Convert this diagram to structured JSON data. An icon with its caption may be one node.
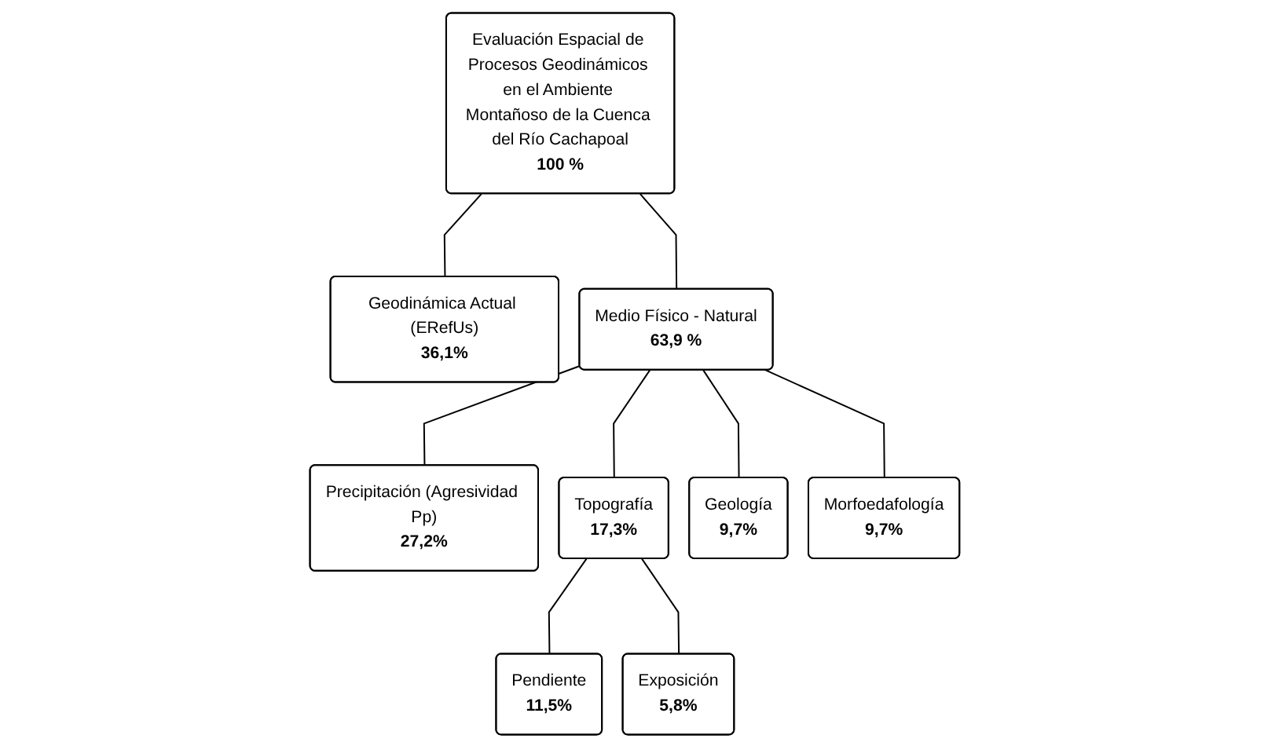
{
  "diagram": {
    "nodes": [
      {
        "text": [
          "Evaluación Espacial de Procesos Geodinámicos en el Ambiente Montañoso de la Cuenca del Río Cachapoal",
          "100 %"
        ]
      },
      {
        "text": [
          "Geodinámica Actual (ERefUs)",
          "36,1%"
        ]
      },
      {
        "text": [
          "Medio Físico - Natural",
          "63,9 %"
        ]
      },
      {
        "text": [
          "Precipitación (Agresividad Pp)",
          "27,2%"
        ]
      },
      {
        "text": [
          "Topografía",
          "17,3%"
        ]
      },
      {
        "text": [
          "Geología",
          "9,7%"
        ]
      },
      {
        "text": [
          "Morfoedafología",
          "9,7%"
        ]
      },
      {
        "text": [
          "Pendiente",
          "11,5%"
        ]
      },
      {
        "text": [
          "Exposición",
          "5,8%"
        ]
      }
    ],
    "edges": [
      {
        "from": 0,
        "to": 1,
        "arrow": "none"
      },
      {
        "from": 0,
        "to": 2,
        "arrow": "none"
      },
      {
        "from": 2,
        "to": 3,
        "arrow": "none"
      },
      {
        "from": 2,
        "to": 4,
        "arrow": "none"
      },
      {
        "from": 2,
        "to": 5,
        "arrow": "none"
      },
      {
        "from": 2,
        "to": 6,
        "arrow": "none"
      },
      {
        "from": 4,
        "to": 7,
        "arrow": "none"
      },
      {
        "from": 4,
        "to": 8,
        "arrow": "none"
      }
    ]
  }
}
